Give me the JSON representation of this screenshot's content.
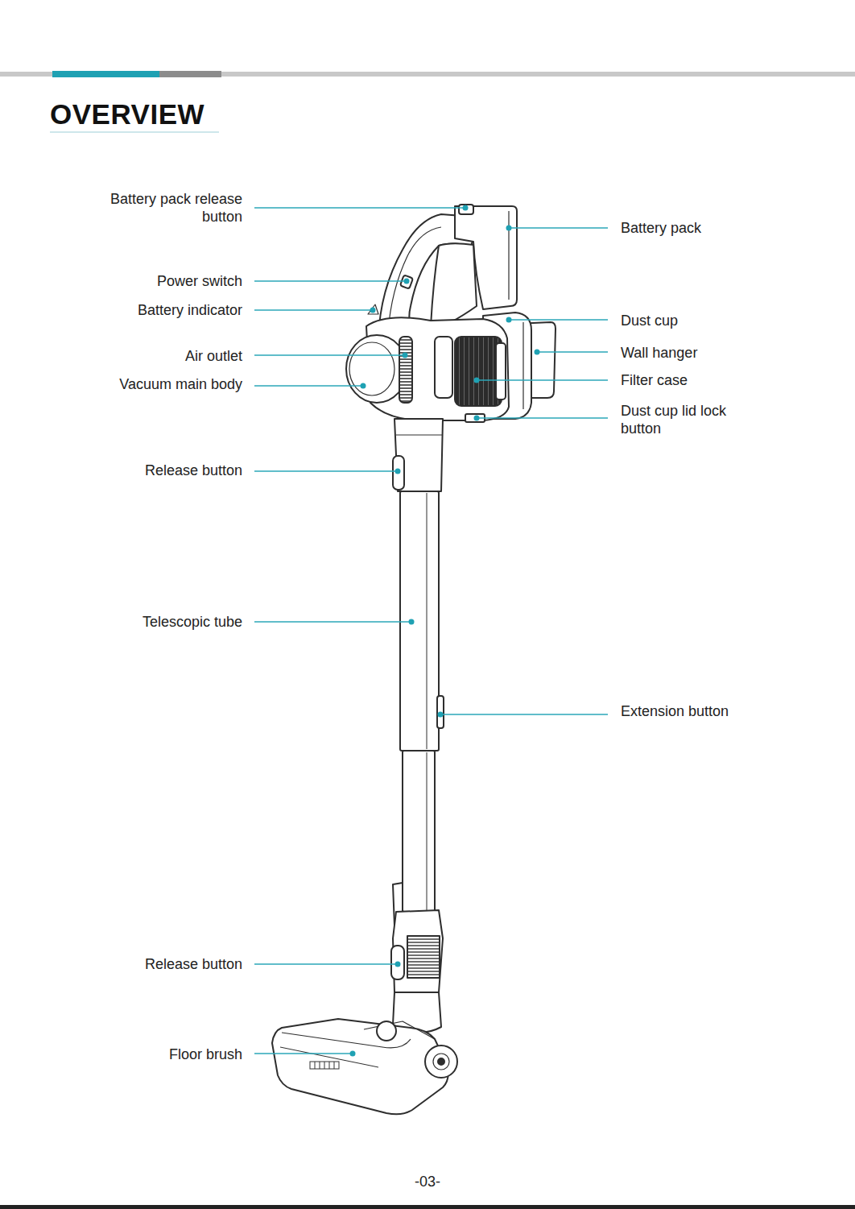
{
  "diagram": {
    "title": "OVERVIEW",
    "labels": [
      "Battery pack release button",
      "Battery pack",
      "Power switch",
      "Battery indicator",
      "Dust cup",
      "Air outlet",
      "Wall hanger",
      "Vacuum main body",
      "Filter case",
      "Dust cup lid lock button",
      "Release button",
      "Telescopic tube",
      "Extension button",
      "Release button",
      "Floor brush",
      "-03-"
    ]
  }
}
